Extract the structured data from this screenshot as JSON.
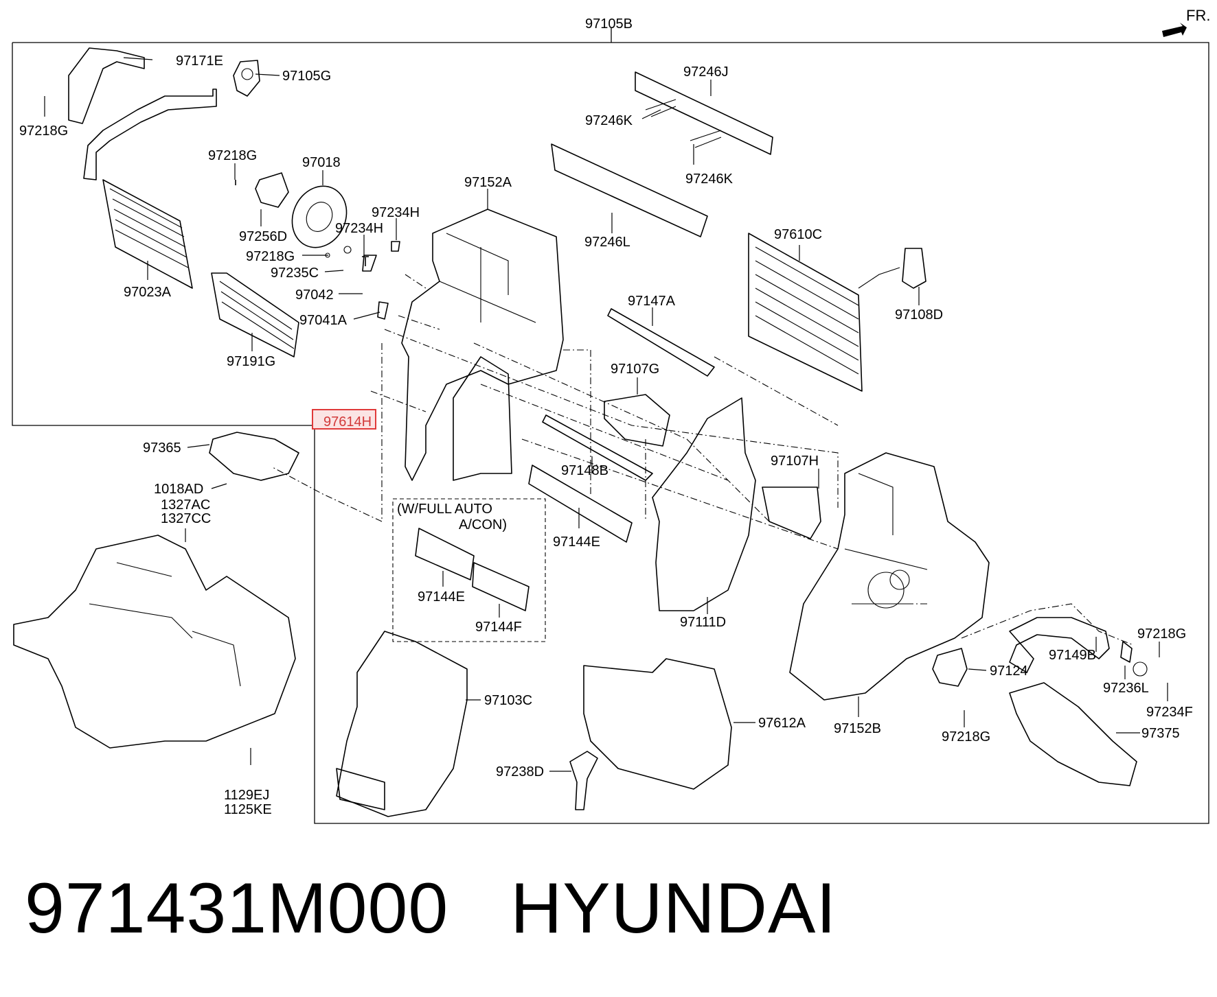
{
  "diagram": {
    "top_label": "97105B",
    "direction_label": "FR.",
    "option_note_line1": "(W/FULL AUTO",
    "option_note_line2": "A/CON)",
    "highlighted_part": "97614H",
    "labels": {
      "p97171E": "97171E",
      "p97105G": "97105G",
      "p97218G_a": "97218G",
      "p97218G_b": "97218G",
      "p97018": "97018",
      "p97256D": "97256D",
      "p97234H_a": "97234H",
      "p97234H_b": "97234H",
      "p97218G_c": "97218G",
      "p97235C": "97235C",
      "p97042": "97042",
      "p97041A": "97041A",
      "p97023A": "97023A",
      "p97191G": "97191G",
      "p97152A": "97152A",
      "p97246J": "97246J",
      "p97246K_a": "97246K",
      "p97246K_b": "97246K",
      "p97246L": "97246L",
      "p97610C": "97610C",
      "p97108D": "97108D",
      "p97147A": "97147A",
      "p97107G": "97107G",
      "p97107H": "97107H",
      "p97148B": "97148B",
      "p97144E_a": "97144E",
      "p97144E_b": "97144E",
      "p97144F": "97144F",
      "p97111D": "97111D",
      "p97365": "97365",
      "p1018AD": "1018AD",
      "p1327AC": "1327AC",
      "p1327CC": "1327CC",
      "p1129EJ": "1129EJ",
      "p1125KE": "1125KE",
      "p97103C": "97103C",
      "p97612A": "97612A",
      "p97238D": "97238D",
      "p97152B": "97152B",
      "p97124": "97124",
      "p97218G_d": "97218G",
      "p97149B": "97149B",
      "p97218G_e": "97218G",
      "p97236L": "97236L",
      "p97234F": "97234F",
      "p97375": "97375"
    }
  },
  "footer": {
    "part_number": "971431M000",
    "brand": "HYUNDAI"
  },
  "colors": {
    "line": "#000000",
    "highlight_border": "#e03a3a",
    "highlight_fill": "#fbe4e4"
  }
}
